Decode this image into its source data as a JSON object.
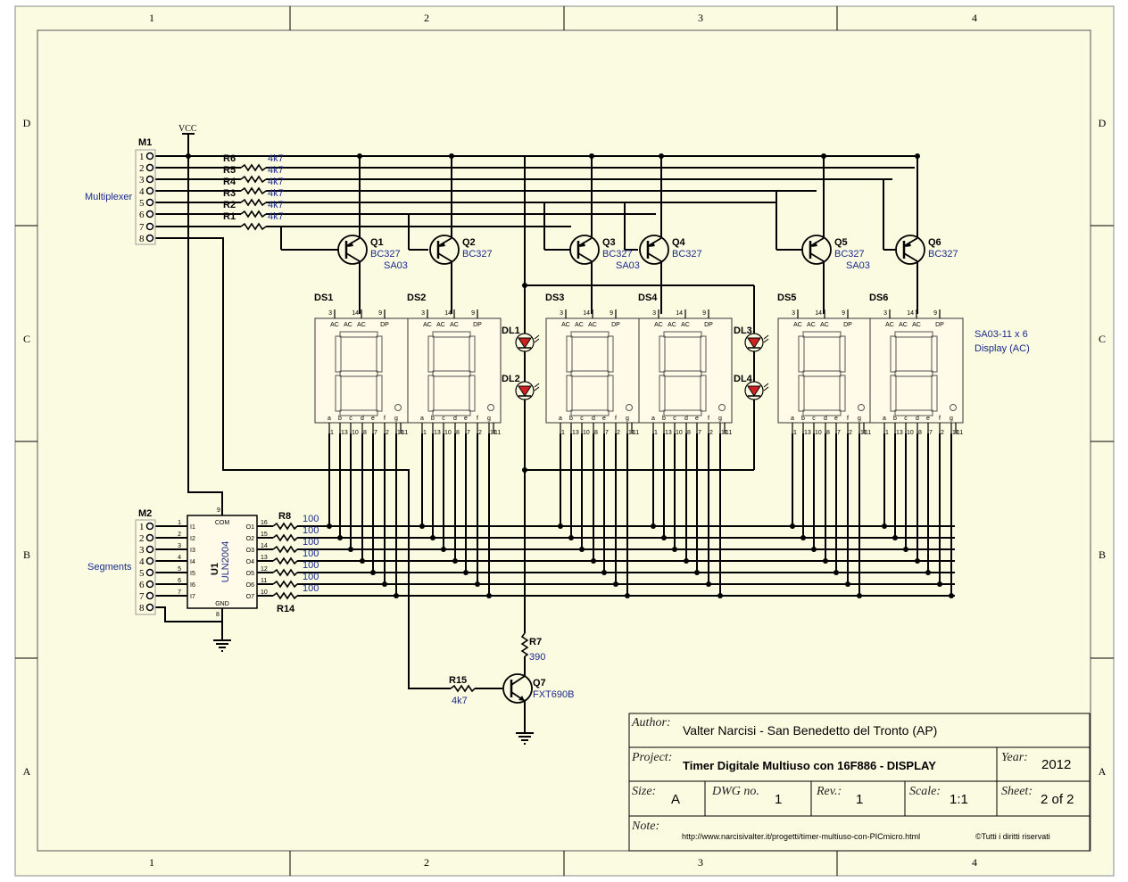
{
  "frame": {
    "columns": [
      "1",
      "2",
      "3",
      "4"
    ],
    "rows": [
      "D",
      "C",
      "B",
      "A"
    ],
    "background": "#fbfbe1",
    "wire_color": "#000000",
    "value_color": "#1a2a8c",
    "vcc_color": "#b33b2e"
  },
  "power": {
    "vcc": "VCC"
  },
  "connectors": {
    "m1": {
      "ref": "M1",
      "label": "Multiplexer",
      "pins": [
        "1",
        "2",
        "3",
        "4",
        "5",
        "6",
        "7",
        "8"
      ]
    },
    "m2": {
      "ref": "M2",
      "label": "Segments",
      "pins": [
        "1",
        "2",
        "3",
        "4",
        "5",
        "6",
        "7",
        "8"
      ]
    }
  },
  "base_resistors": [
    {
      "ref": "R6",
      "value": "4k7"
    },
    {
      "ref": "R5",
      "value": "4k7"
    },
    {
      "ref": "R4",
      "value": "4k7"
    },
    {
      "ref": "R3",
      "value": "4k7"
    },
    {
      "ref": "R2",
      "value": "4k7"
    },
    {
      "ref": "R1",
      "value": "4k7"
    }
  ],
  "transistors": [
    {
      "ref": "Q1",
      "value": "BC327"
    },
    {
      "ref": "Q2",
      "value": "BC327"
    },
    {
      "ref": "Q3",
      "value": "BC327"
    },
    {
      "ref": "Q4",
      "value": "BC327"
    },
    {
      "ref": "Q5",
      "value": "BC327"
    },
    {
      "ref": "Q6",
      "value": "BC327"
    }
  ],
  "sa03_labels": [
    "SA03",
    "SA03",
    "SA03"
  ],
  "displays": [
    {
      "ref": "DS1"
    },
    {
      "ref": "DS2"
    },
    {
      "ref": "DS3"
    },
    {
      "ref": "DS4"
    },
    {
      "ref": "DS5"
    },
    {
      "ref": "DS6"
    }
  ],
  "display_top_pins": [
    "3",
    "14",
    "9"
  ],
  "display_top_labels": [
    "AC",
    "AC",
    "DP"
  ],
  "display_segments": [
    "a",
    "b",
    "c",
    "d",
    "e",
    "f",
    "g"
  ],
  "display_bottom_pins": [
    "1",
    "13",
    "10",
    "8",
    "7",
    "2",
    "11"
  ],
  "display_note": [
    "SA03-11 x 6",
    "Display (AC)"
  ],
  "leds": [
    "DL1",
    "DL2",
    "DL3",
    "DL4"
  ],
  "driver": {
    "ref": "U1",
    "part": "ULN2004",
    "inputs": [
      "I1",
      "I2",
      "I3",
      "I4",
      "I5",
      "I6",
      "I7"
    ],
    "outputs": [
      "O1",
      "O2",
      "O3",
      "O4",
      "O5",
      "O6",
      "O7"
    ],
    "input_pins": [
      "1",
      "2",
      "3",
      "4",
      "5",
      "6",
      "7"
    ],
    "output_pins": [
      "16",
      "15",
      "14",
      "13",
      "12",
      "11",
      "10"
    ],
    "com": {
      "label": "COM",
      "pin": "9"
    },
    "gnd": {
      "label": "GND",
      "pin": "8"
    }
  },
  "segment_resistors": {
    "first": "R8",
    "last": "R14",
    "values": [
      "100",
      "100",
      "100",
      "100",
      "100",
      "100",
      "100"
    ]
  },
  "q7": {
    "ref": "Q7",
    "value": "FXT690B",
    "r_ref": "R7",
    "r_value": "390",
    "rb_ref": "R15",
    "rb_value": "4k7"
  },
  "title_block": {
    "author_label": "Author:",
    "author": "Valter Narcisi - San Benedetto del Tronto (AP)",
    "project_label": "Project:",
    "project": "Timer Digitale Multiuso con 16F886 - DISPLAY",
    "year_label": "Year:",
    "year": "2012",
    "size_label": "Size:",
    "size": "A",
    "dwg_label": "DWG no.",
    "dwg": "1",
    "rev_label": "Rev.:",
    "rev": "1",
    "scale_label": "Scale:",
    "scale": "1:1",
    "sheet_label": "Sheet:",
    "sheet": "2 of 2",
    "note_label": "Note:",
    "url": "http://www.narcisivalter.it/progetti/timer-multiuso-con-PICmicro.html",
    "rights": "©Tutti i diritti riservati"
  }
}
